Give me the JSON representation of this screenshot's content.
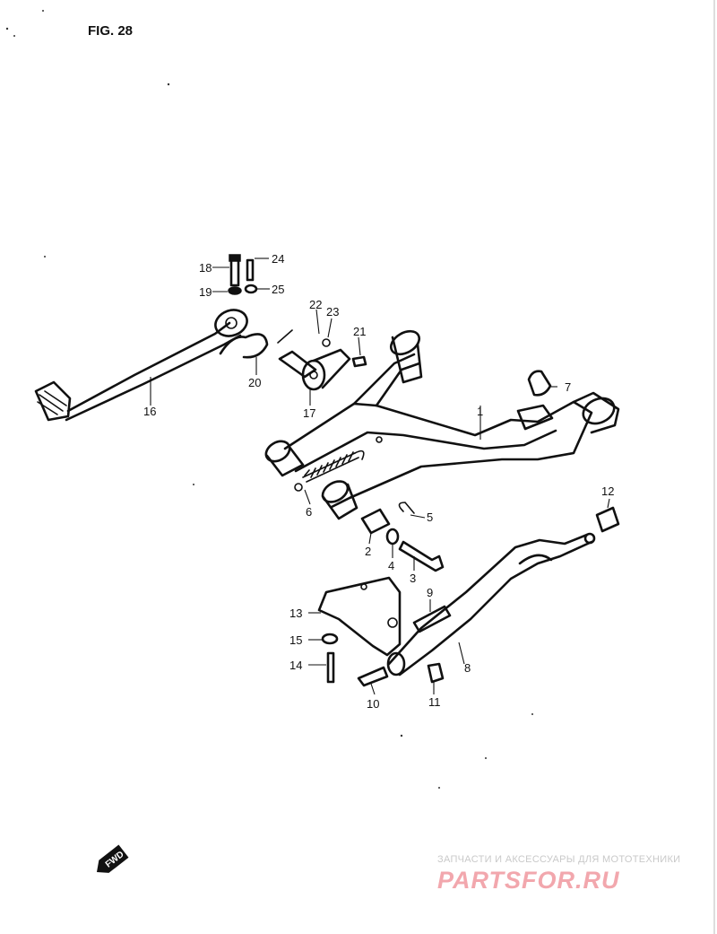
{
  "figure": {
    "title": "FIG. 28"
  },
  "callouts": [
    {
      "id": "p1",
      "label": "1"
    },
    {
      "id": "p2",
      "label": "2"
    },
    {
      "id": "p3",
      "label": "3"
    },
    {
      "id": "p4",
      "label": "4"
    },
    {
      "id": "p5",
      "label": "5"
    },
    {
      "id": "p6",
      "label": "6"
    },
    {
      "id": "p7",
      "label": "7"
    },
    {
      "id": "p8",
      "label": "8"
    },
    {
      "id": "p9",
      "label": "9"
    },
    {
      "id": "p10",
      "label": "10"
    },
    {
      "id": "p11",
      "label": "11"
    },
    {
      "id": "p12",
      "label": "12"
    },
    {
      "id": "p13",
      "label": "13"
    },
    {
      "id": "p14",
      "label": "14"
    },
    {
      "id": "p15",
      "label": "15"
    },
    {
      "id": "p16",
      "label": "16"
    },
    {
      "id": "p17",
      "label": "17"
    },
    {
      "id": "p18",
      "label": "18"
    },
    {
      "id": "p19",
      "label": "19"
    },
    {
      "id": "p20",
      "label": "20"
    },
    {
      "id": "p21",
      "label": "21"
    },
    {
      "id": "p22",
      "label": "22"
    },
    {
      "id": "p23",
      "label": "23"
    },
    {
      "id": "p24",
      "label": "24"
    },
    {
      "id": "p25",
      "label": "25"
    }
  ],
  "direction_marker": {
    "text": "FWD"
  },
  "watermark": {
    "tagline": "ЗАПЧАСТИ И АКСЕССУАРЫ ДЛЯ МОТОТЕХНИКИ",
    "logo": "PARTSFOR.RU"
  }
}
